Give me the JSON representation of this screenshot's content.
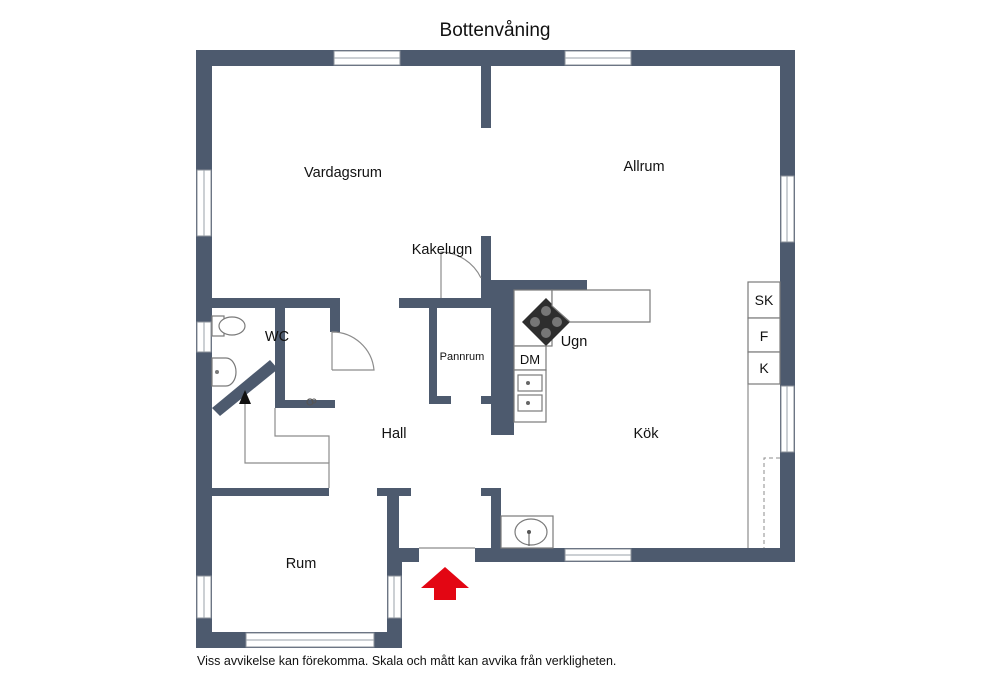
{
  "title": "Bottenvåning",
  "footnote": "Viss avvikelse kan förekomma. Skala och mått kan avvika från verkligheten.",
  "rooms": {
    "vardagsrum": "Vardagsrum",
    "allrum": "Allrum",
    "kakelugn": "Kakelugn",
    "wc": "WC",
    "pannrum": "Pannrum",
    "ugn": "Ugn",
    "dm": "DM",
    "hall": "Hall",
    "kok": "Kök",
    "rum": "Rum",
    "sk": "SK",
    "f": "F",
    "k": "K"
  },
  "colors": {
    "wall": "#4d5a6e",
    "entrance_arrow": "#e30613"
  }
}
